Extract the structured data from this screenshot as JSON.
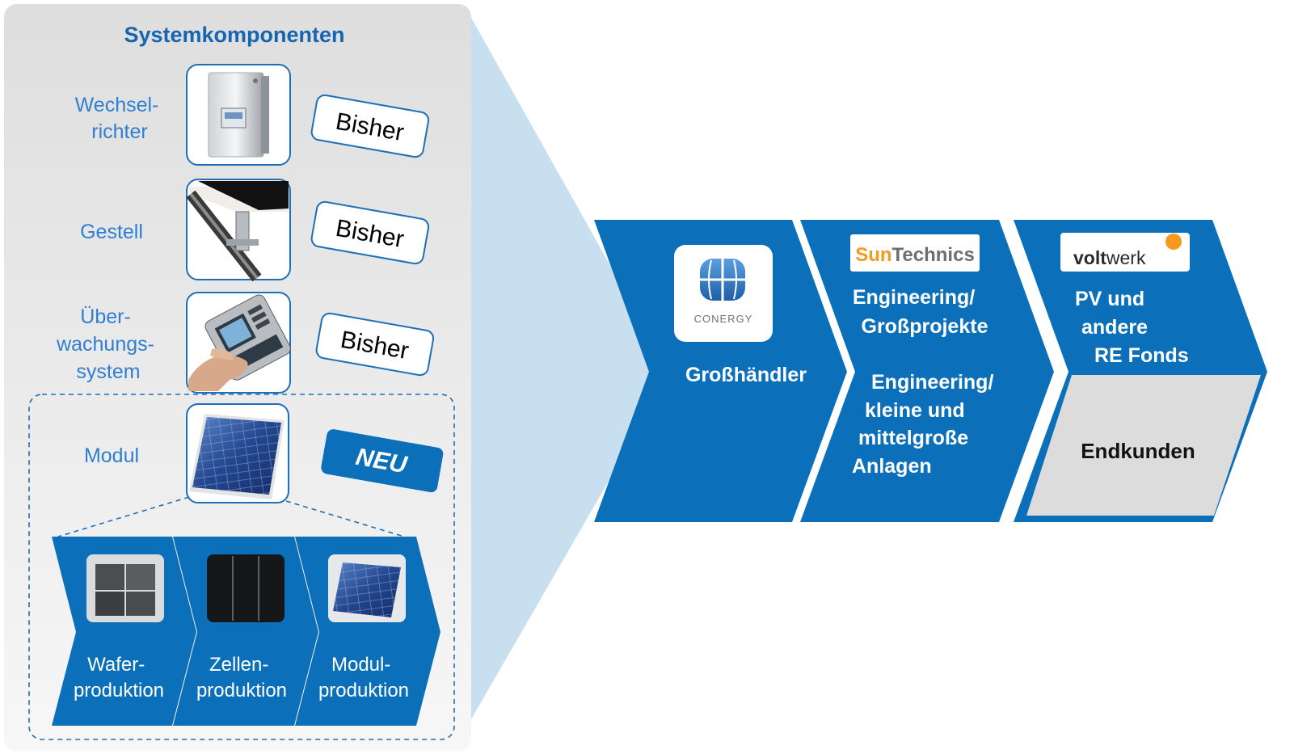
{
  "panel": {
    "title": "Systemkomponenten",
    "components": [
      {
        "label_lines": [
          "Wechsel-",
          "richter"
        ],
        "badge": "Bisher",
        "icon": "inverter-photo"
      },
      {
        "label_lines": [
          "Gestell"
        ],
        "badge": "Bisher",
        "icon": "mounting-rack-photo"
      },
      {
        "label_lines": [
          "Über-",
          "wachungs-",
          "system"
        ],
        "badge": "Bisher",
        "icon": "monitoring-device-photo"
      },
      {
        "label_lines": [
          "Modul"
        ],
        "badge": "NEU",
        "icon": "solar-module-photo"
      }
    ],
    "production_chain": [
      {
        "lines": [
          "Wafer-",
          "produktion"
        ],
        "icon": "wafer-block-photo"
      },
      {
        "lines": [
          "Zellen-",
          "produktion"
        ],
        "icon": "solar-cell-photo"
      },
      {
        "lines": [
          "Modul-",
          "produktion"
        ],
        "icon": "module-photo"
      }
    ]
  },
  "value_chain": [
    {
      "logo_text": "CONERGY",
      "logo_icon": "conergy-globe-logo",
      "lines": [
        "Großhändler"
      ]
    },
    {
      "logo_text_a": "Sun",
      "logo_text_b": "Technics",
      "lines_top": [
        "Engineering/",
        "Großprojekte"
      ],
      "lines_bottom": [
        "Engineering/",
        "kleine und",
        "mittelgroße",
        "Anlagen"
      ]
    },
    {
      "logo_text_a": "volt",
      "logo_text_b": "werk",
      "lines_top": [
        "PV und",
        "andere",
        "RE Fonds"
      ],
      "lines_bottom": [
        "Endkunden"
      ]
    }
  ],
  "colors": {
    "brand_blue": "#0b70b9",
    "title_blue": "#1565b0",
    "label_blue": "#2f7fd0",
    "panel_gray": "#e9e9e9",
    "connector": "#c7dfee",
    "sun_orange": "#f39a1f",
    "endkunden_gray": "#dcdcdc"
  }
}
